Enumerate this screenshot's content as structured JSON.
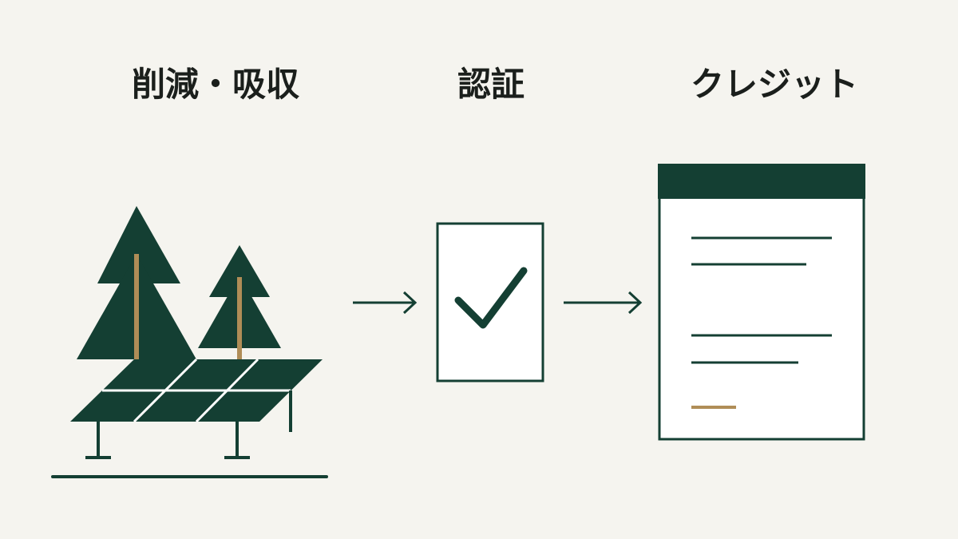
{
  "stages": [
    {
      "id": "reduction",
      "label": "削減・吸収"
    },
    {
      "id": "verification",
      "label": "認証"
    },
    {
      "id": "credit",
      "label": "クレジット"
    }
  ],
  "icons": {
    "reduction": [
      "tree-icon",
      "solar-panel-icon"
    ],
    "verification": "checkmark-document-icon",
    "credit": "credit-certificate-icon"
  },
  "colors": {
    "background": "#f5f4ef",
    "primary": "#143f33",
    "accent": "#b08d57",
    "paper": "#ffffff",
    "text": "#1b1f1c"
  }
}
